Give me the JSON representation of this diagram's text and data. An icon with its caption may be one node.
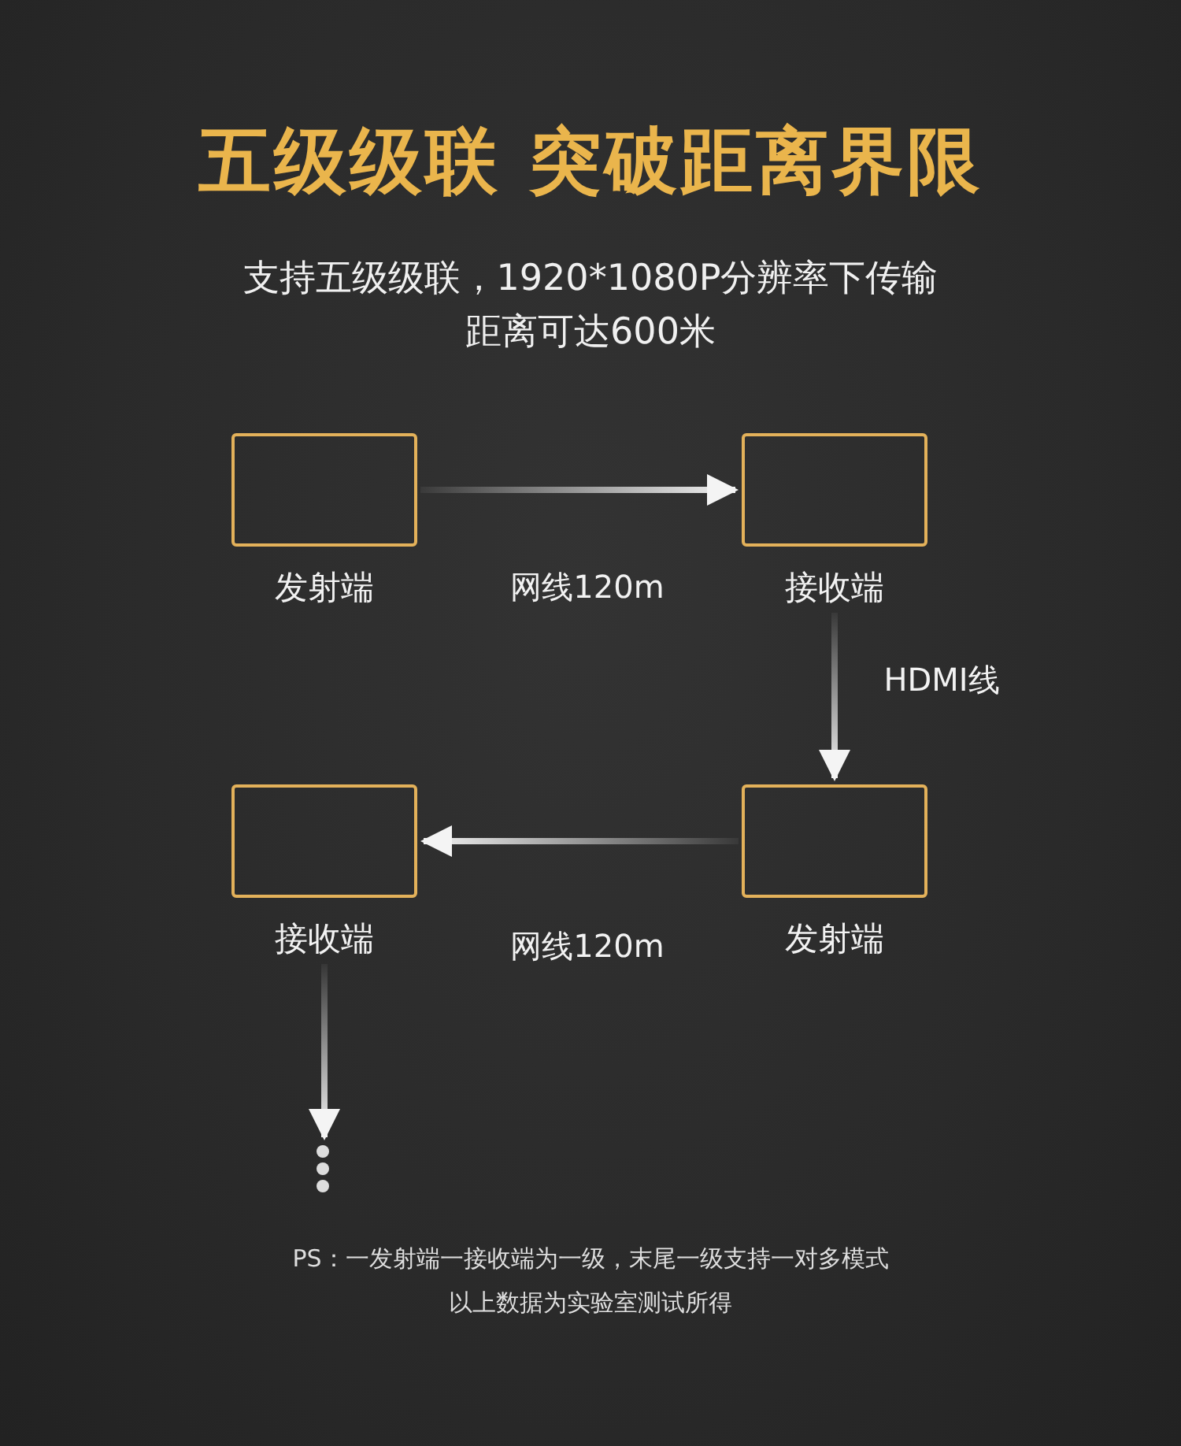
{
  "diagram": {
    "title": "五级级联 突破距离界限",
    "caption": "支持五级级联，1920*1080P分辨率下传输距离可达600米",
    "nodes": [
      {
        "text": [
          "发射端"
        ]
      },
      {
        "text": [
          "接收端"
        ]
      },
      {
        "text": [
          "发射端"
        ]
      },
      {
        "text": [
          "接收端"
        ]
      },
      {
        "text": [],
        "shape": "dots"
      }
    ],
    "edges": [
      {
        "from": 0,
        "to": 1,
        "arrow": "to",
        "label": "网线120m"
      },
      {
        "from": 1,
        "to": 2,
        "arrow": "to",
        "label": "HDMI线"
      },
      {
        "from": 2,
        "to": 3,
        "arrow": "to",
        "label": "网线120m"
      },
      {
        "from": 3,
        "to": 4,
        "arrow": "to"
      }
    ],
    "labels": [
      "PS：一发射端一接收端为一级，末尾一级支持一对多模式",
      "以上数据为实验室测试所得"
    ]
  }
}
